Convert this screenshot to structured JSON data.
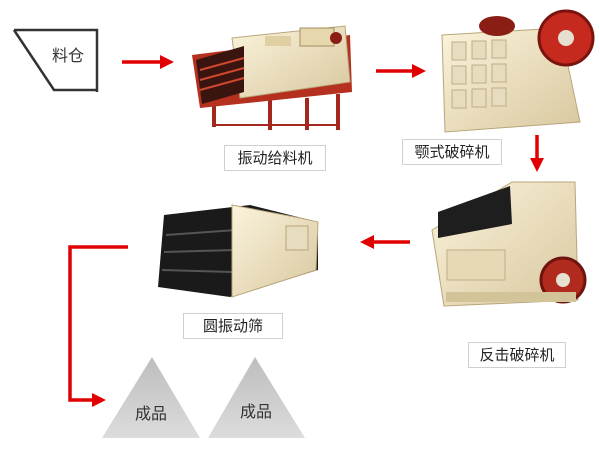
{
  "diagram": {
    "nodes": {
      "feed_bin": "料仓",
      "vibrating_feeder": "振动给料机",
      "jaw_crusher": "颚式破碎机",
      "impact_crusher": "反击破碎机",
      "vibrating_screen": "圆振动筛",
      "product_1": "成品",
      "product_2": "成品"
    }
  },
  "colors": {
    "arrow": "#e00000",
    "machine_body": "#f1e4c4",
    "machine_frame": "#a3271c",
    "screen_deck": "#1a1a1a",
    "product_pile": "#c9c9c9"
  }
}
